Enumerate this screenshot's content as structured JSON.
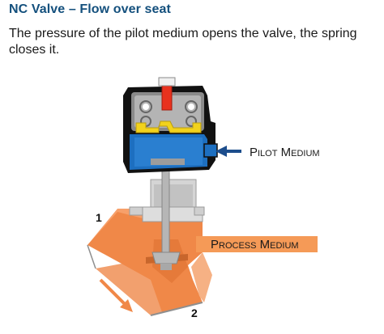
{
  "header": {
    "title": "NC Valve – Flow over seat"
  },
  "description": "The pressure of the pilot medium opens the valve, the spring closes it.",
  "diagram": {
    "pilot_label": "Pilot Medium",
    "process_label": "Process Medium",
    "port_1": "1",
    "port_2": "2",
    "colors": {
      "actuator_blue": "#1d6fc0",
      "process_orange": "#f08848",
      "label_orange": "#f59a57",
      "arrow_blue": "#1c4d8c",
      "spring_yellow": "#f2d21c",
      "indicator_red": "#e8321e"
    }
  }
}
